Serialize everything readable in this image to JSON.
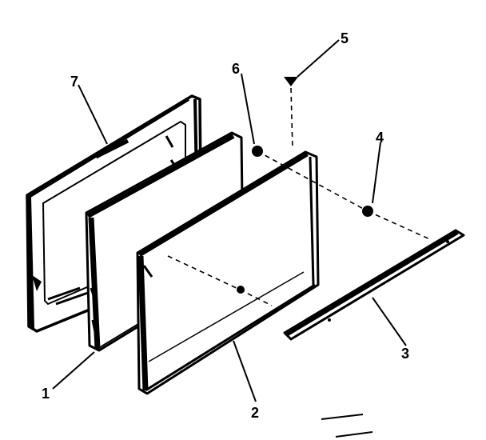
{
  "diagram": {
    "callouts": [
      "1",
      "2",
      "3",
      "4",
      "5",
      "6",
      "7"
    ]
  },
  "colors": {
    "ink": "#000000",
    "paper": "#ffffff"
  }
}
